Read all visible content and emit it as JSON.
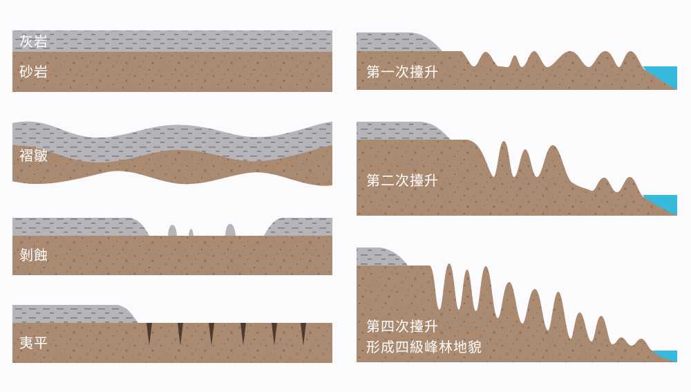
{
  "colors": {
    "background": "#fbfbfd",
    "sandstone": "#ab8a72",
    "sandstone_dots": "#8a6b55",
    "limestone": "#b4b4b9",
    "limestone_dash": "#7e7e84",
    "water": "#35b9dc",
    "crack": "#4a3a30",
    "label": "#ffffff"
  },
  "panels": [
    {
      "id": "initial",
      "labels": [
        "灰岩",
        "砂岩"
      ]
    },
    {
      "id": "folding",
      "labels": [
        "褶皺"
      ]
    },
    {
      "id": "erosion",
      "labels": [
        "剝蝕"
      ]
    },
    {
      "id": "planation",
      "labels": [
        "夷平"
      ]
    },
    {
      "id": "uplift-1",
      "labels": [
        "第一次擡升"
      ]
    },
    {
      "id": "uplift-2",
      "labels": [
        "第二次擡升"
      ]
    },
    {
      "id": "uplift-4",
      "labels": [
        "第四次擡升",
        "形成四級峰林地貌"
      ]
    }
  ]
}
